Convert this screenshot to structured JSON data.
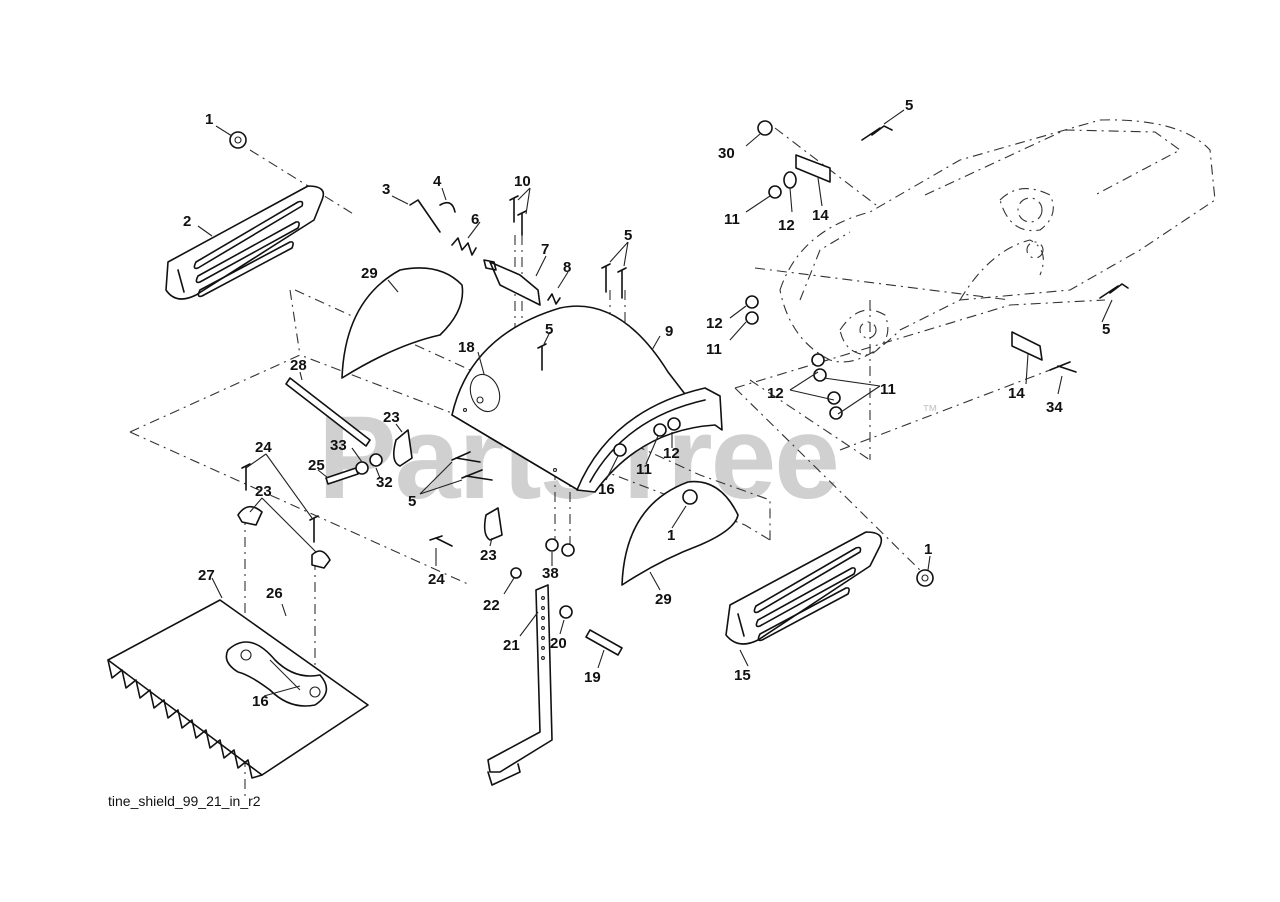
{
  "watermark": {
    "text": "PartsTree",
    "trademark": "™"
  },
  "drawing_reference": "tine_shield_99_21_in_r2",
  "callouts": {
    "c1a": "1",
    "c2": "2",
    "c3": "3",
    "c4": "4",
    "c10": "10",
    "c6": "6",
    "c7": "7",
    "c8": "8",
    "c5a": "5",
    "c29a": "29",
    "c5b": "5",
    "c9": "9",
    "c18": "18",
    "c28": "28",
    "c23a": "23",
    "c33": "33",
    "c25": "25",
    "c32": "32",
    "c5c": "5",
    "c24a": "24",
    "c23b": "23",
    "c16a": "16",
    "c11a": "11",
    "c12a": "12",
    "c1b": "1",
    "c29b": "29",
    "c23c": "23",
    "c24b": "24",
    "c38": "38",
    "c22": "22",
    "c21": "21",
    "c20": "20",
    "c19": "19",
    "c27": "27",
    "c26": "26",
    "c16b": "16",
    "c15": "15",
    "c1c": "1",
    "c5d": "5",
    "c30": "30",
    "c11b": "11",
    "c12b": "12",
    "c14a": "14",
    "c12c": "12",
    "c11c": "11",
    "c12d": "12",
    "c11d": "11",
    "c5e": "5",
    "c14b": "14",
    "c34": "34"
  }
}
